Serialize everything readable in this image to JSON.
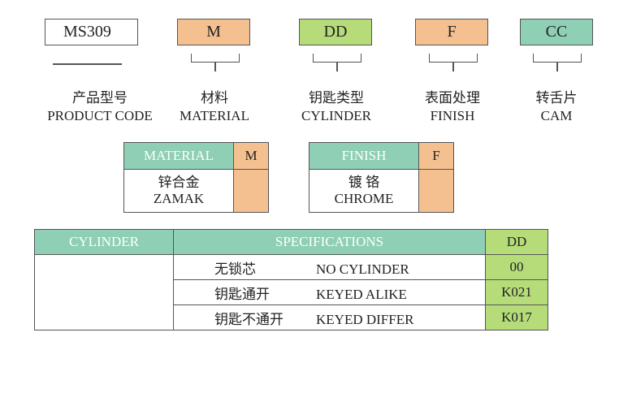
{
  "codes": [
    {
      "code": "MS309",
      "cn": "产品型号",
      "en": "PRODUCT CODE",
      "color": "#ffffff"
    },
    {
      "code": "M",
      "cn": "材料",
      "en": "MATERIAL",
      "color": "#f5c08f"
    },
    {
      "code": "DD",
      "cn": "钥匙类型",
      "en": "CYLINDER",
      "color": "#b6dc7a"
    },
    {
      "code": "F",
      "cn": "表面处理",
      "en": "FINISH",
      "color": "#f5c08f"
    },
    {
      "code": "CC",
      "cn": "转舌片",
      "en": "CAM",
      "color": "#8ecfb5"
    }
  ],
  "material": {
    "header": "MATERIAL",
    "code": "M",
    "cn": "锌合金",
    "en": "ZAMAK"
  },
  "finish": {
    "header": "FINISH",
    "code": "F",
    "cn": "镀 铬",
    "en": "CHROME"
  },
  "cylinder": {
    "headers": [
      "CYLINDER",
      "SPECIFICATIONS",
      "DD"
    ],
    "rows": [
      {
        "cn": "无锁芯",
        "en": "NO CYLINDER",
        "code": "00"
      },
      {
        "cn": "钥匙通开",
        "en": "KEYED ALIKE",
        "code": "K021"
      },
      {
        "cn": "钥匙不通开",
        "en": "KEYED DIFFER",
        "code": "K017"
      }
    ]
  }
}
